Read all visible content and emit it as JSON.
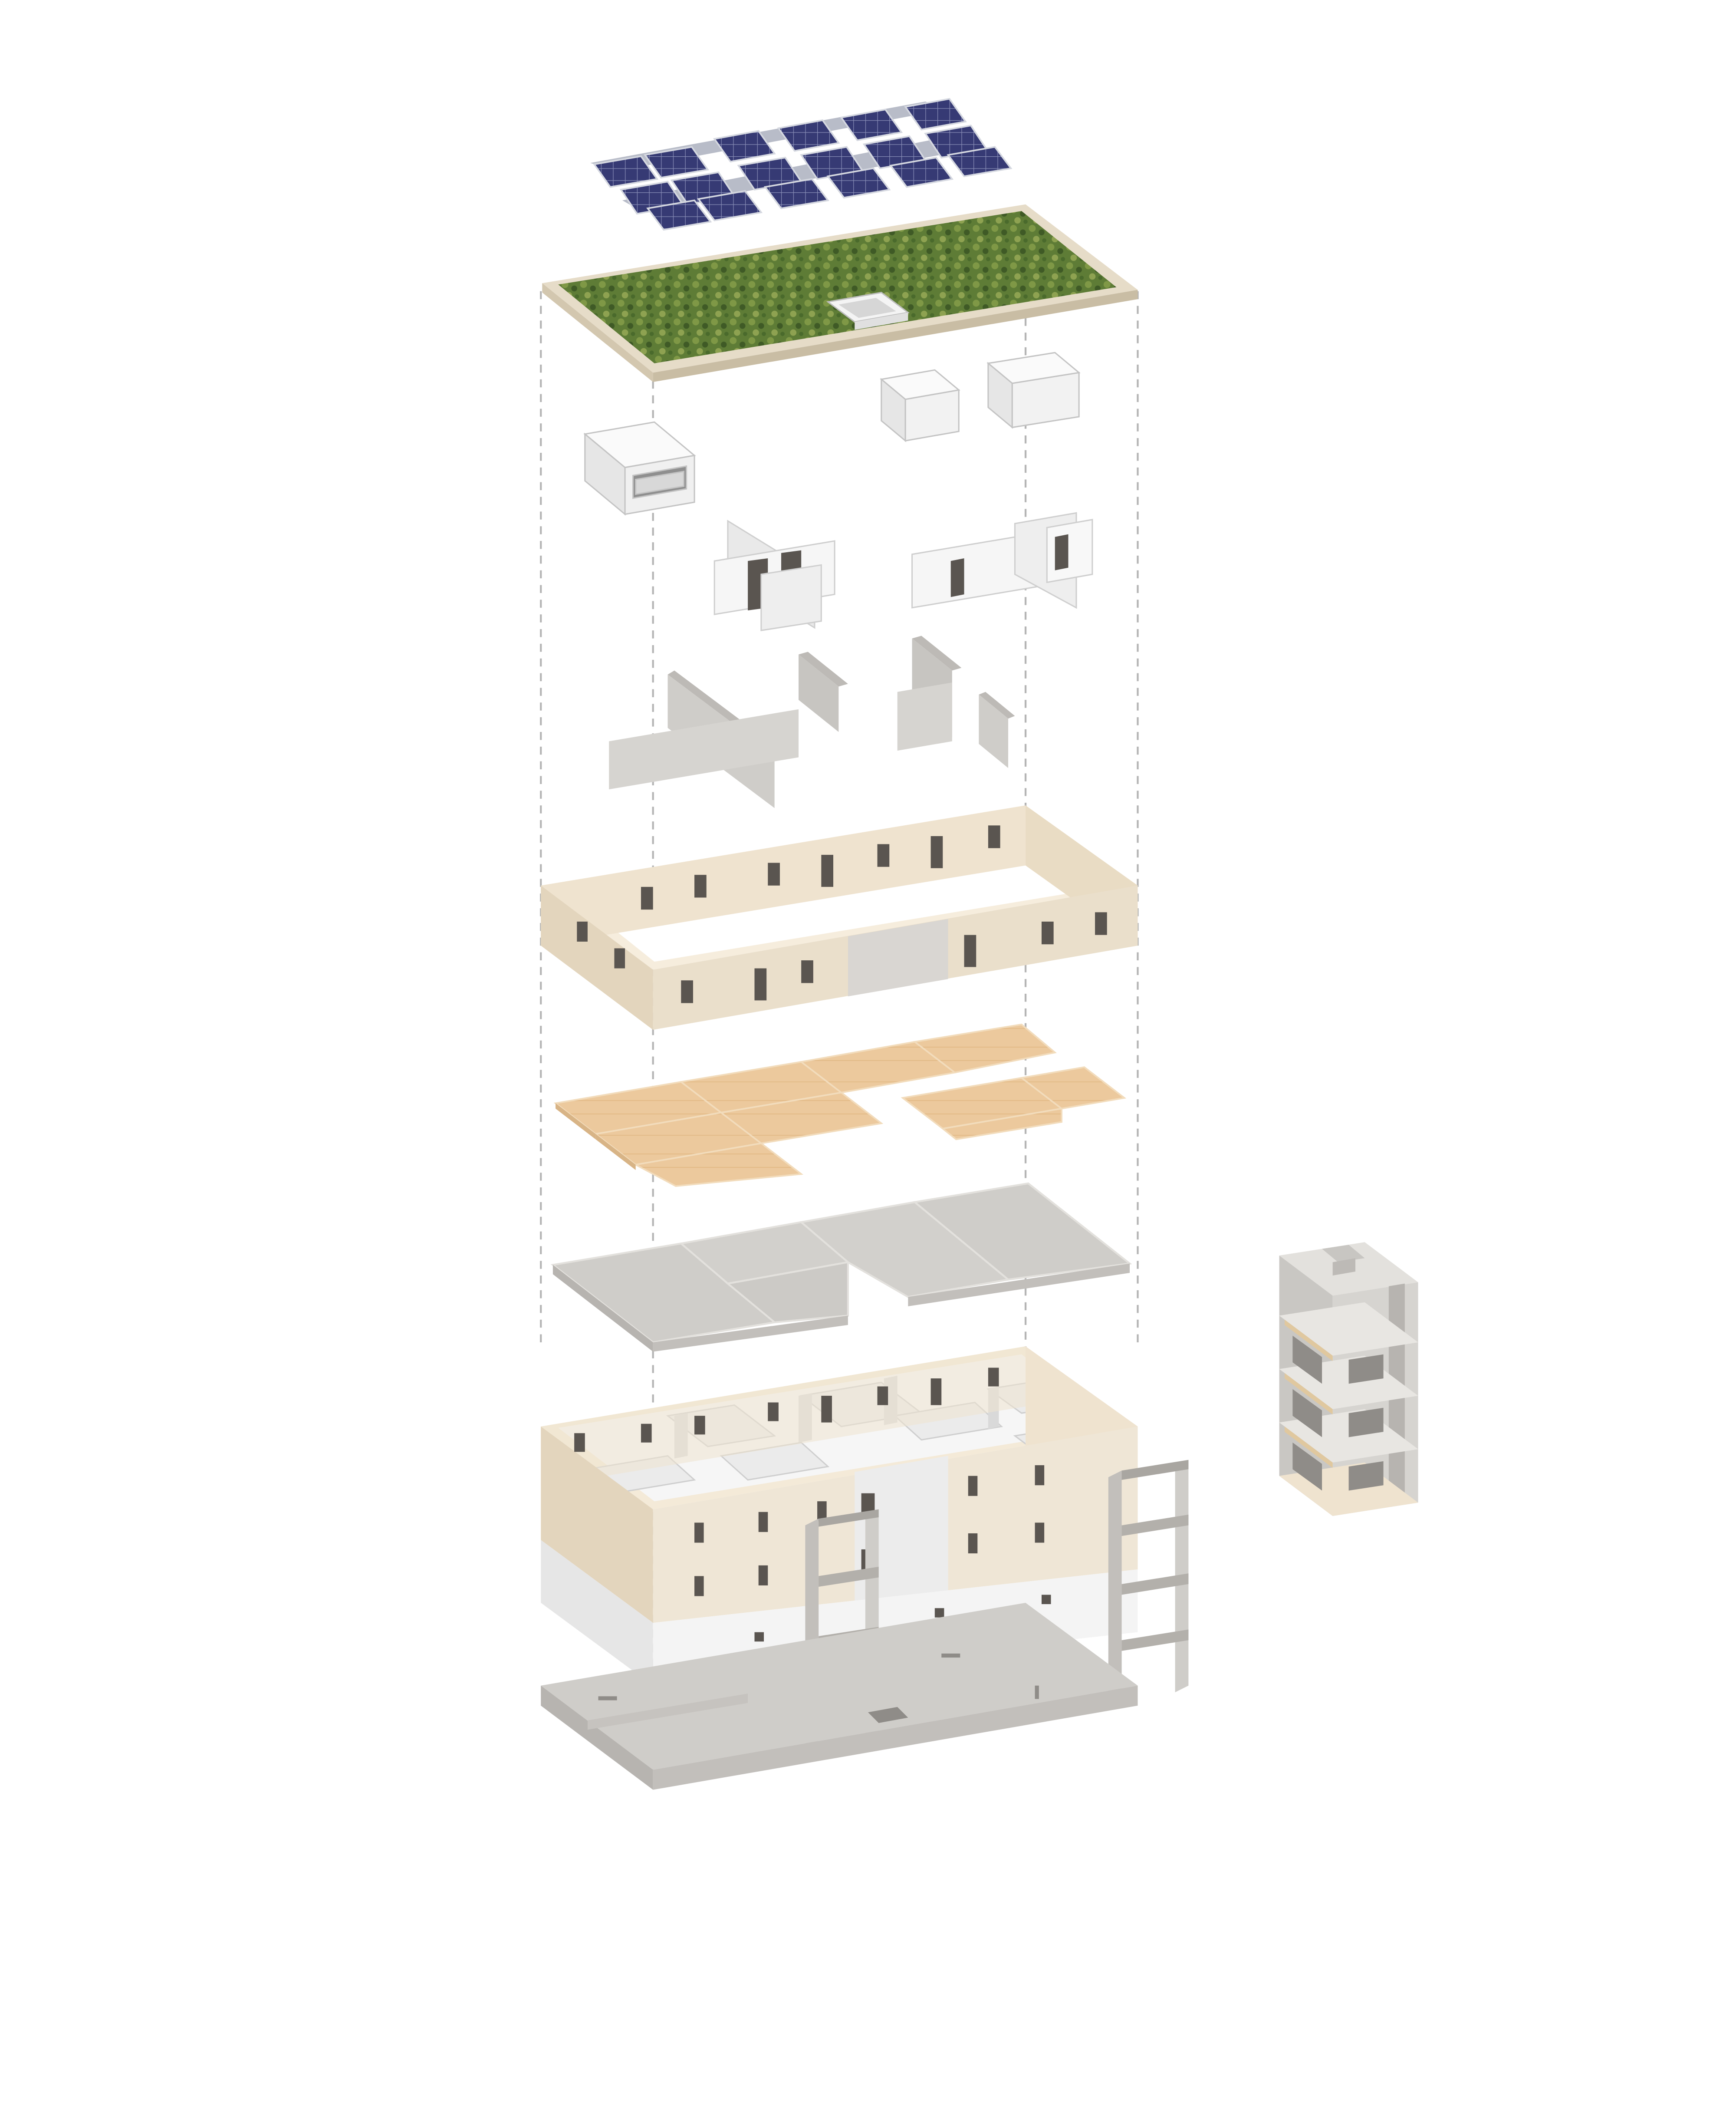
{
  "diagram": {
    "type": "exploded-axonometric-building",
    "layers_top_to_bottom": [
      "solar-panel-array",
      "green-roof",
      "prefab-bathroom-pods",
      "interior-partition-walls",
      "concrete-core-walls",
      "timber-facade-frame",
      "timber-floor-panels",
      "concrete-floor-slabs",
      "assembled-building",
      "foundation-slab"
    ],
    "side_component": "stair-core-module",
    "colors": {
      "background": "#ffffff",
      "solar_panel": "#3a3d78",
      "solar_frame": "#b8bcc8",
      "green_roof": "#5c7a35",
      "roof_edge": "#ddd3bf",
      "white_module": "#f2f2f2",
      "concrete": "#c9c7c3",
      "concrete_dark": "#a9a6a1",
      "timber_light": "#efe3cf",
      "timber_floor": "#ecc99d",
      "facade_shadow": "#d9cbb5",
      "window": "#5a5550",
      "guide_line": "#b5b5b5"
    }
  }
}
